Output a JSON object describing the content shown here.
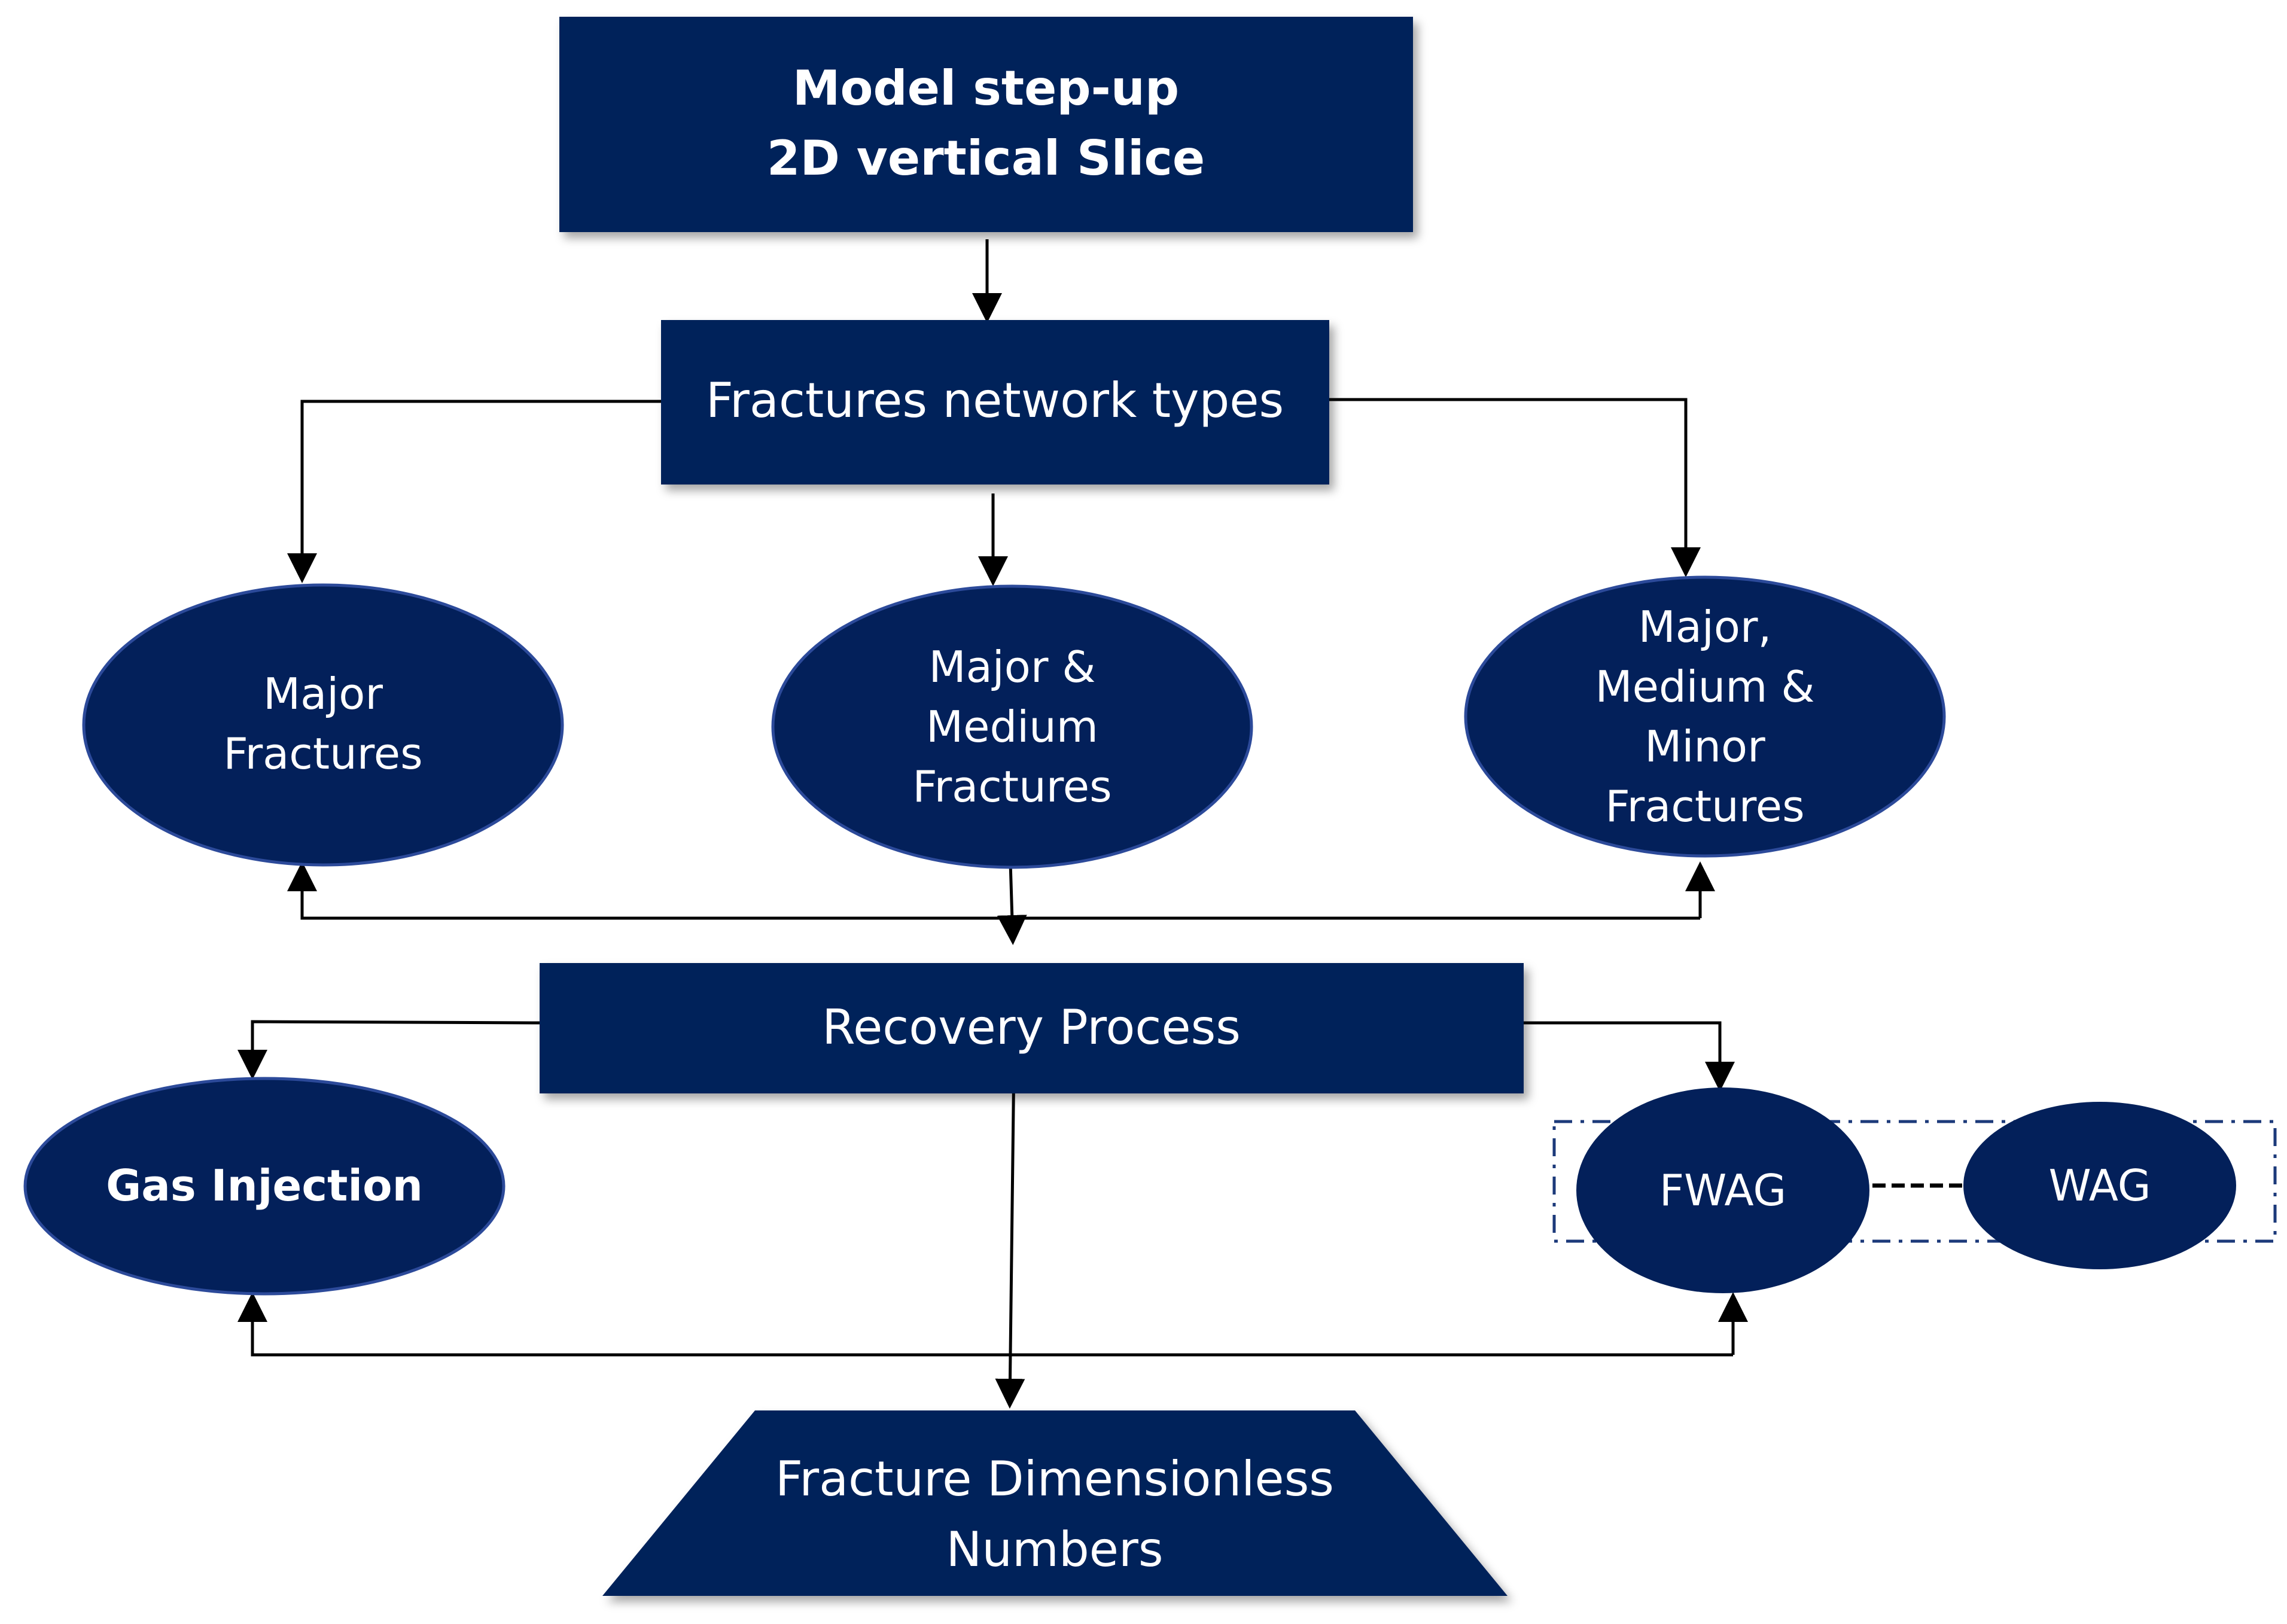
{
  "nodes": {
    "model": {
      "line1": "Model step-up",
      "line2": "2D vertical Slice"
    },
    "network": {
      "label": "Fractures network types"
    },
    "major": {
      "line1": "Major",
      "line2": "Fractures"
    },
    "major_medium": {
      "line1": "Major &",
      "line2": "Medium",
      "line3": "Fractures"
    },
    "major_medium_minor": {
      "line1": "Major,",
      "line2": "Medium &",
      "line3": "Minor",
      "line4": "Fractures"
    },
    "recovery": {
      "label": "Recovery Process"
    },
    "gas": {
      "label": "Gas Injection"
    },
    "fwag": {
      "label": "FWAG"
    },
    "wag": {
      "label": "WAG"
    },
    "fdn": {
      "line1": "Fracture Dimensionless",
      "line2": "Numbers"
    }
  },
  "colors": {
    "node_fill": "#03205a",
    "node_text": "#ffffff",
    "connector": "#000000"
  }
}
